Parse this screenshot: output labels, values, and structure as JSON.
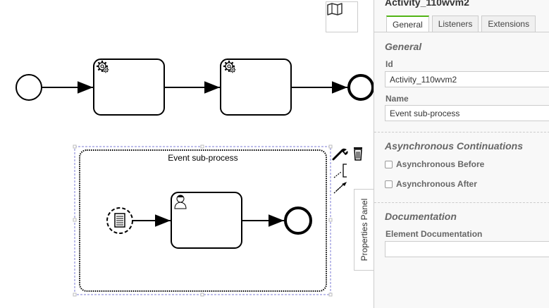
{
  "canvas": {
    "subprocess_label": "Event sub-process",
    "properties_panel_toggle": "Properties Panel"
  },
  "panel": {
    "title": "Activity_110wvm2",
    "tabs": [
      {
        "label": "General"
      },
      {
        "label": "Listeners"
      },
      {
        "label": "Extensions"
      }
    ],
    "general": {
      "title": "General",
      "id_label": "Id",
      "id_value": "Activity_110wvm2",
      "name_label": "Name",
      "name_value": "Event sub-process"
    },
    "async": {
      "title": "Asynchronous Continuations",
      "before_label": "Asynchronous Before",
      "after_label": "Asynchronous After"
    },
    "documentation": {
      "title": "Documentation",
      "element_doc_label": "Element Documentation",
      "element_doc_value": ""
    }
  },
  "colors": {
    "accent": "#52b415",
    "selection": "#7b7bd6",
    "stroke": "#000000"
  }
}
